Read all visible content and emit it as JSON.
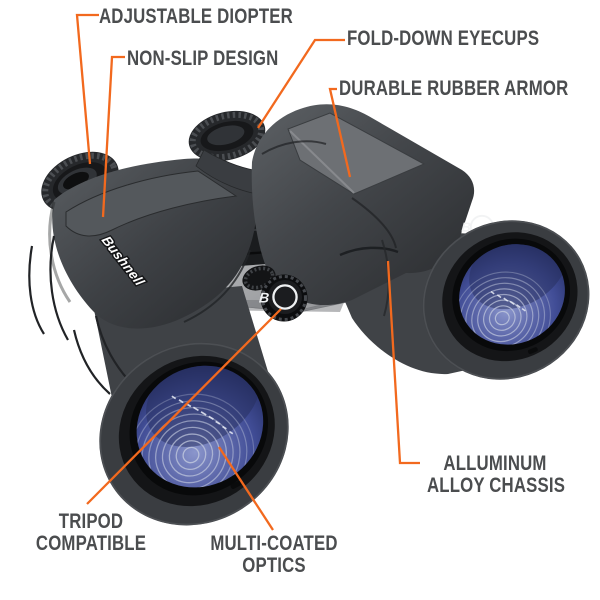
{
  "brand": {
    "name": "Bushnell",
    "monogram": "B"
  },
  "callouts": {
    "adjustable_diopter": "ADJUSTABLE DIOPTER",
    "non_slip_design": "NON-SLIP DESIGN",
    "fold_down_eyecups": "FOLD-DOWN EYECUPS",
    "durable_rubber_armor": "DURABLE RUBBER ARMOR",
    "alloy_chassis_line1": "ALLUMINUM",
    "alloy_chassis_line2": "ALLOY CHASSIS",
    "tripod_line1": "TRIPOD",
    "tripod_line2": "COMPATIBLE",
    "optics_line1": "MULTI-COATED",
    "optics_line2": "OPTICS"
  },
  "colors": {
    "accent_orange": "#F2691E",
    "label_gray": "#4B4D4F",
    "background": "#FFFFFF",
    "body_dark": "#3C3F43",
    "chassis_gray": "#B5B7B9",
    "lens_blue": "#414D96"
  }
}
